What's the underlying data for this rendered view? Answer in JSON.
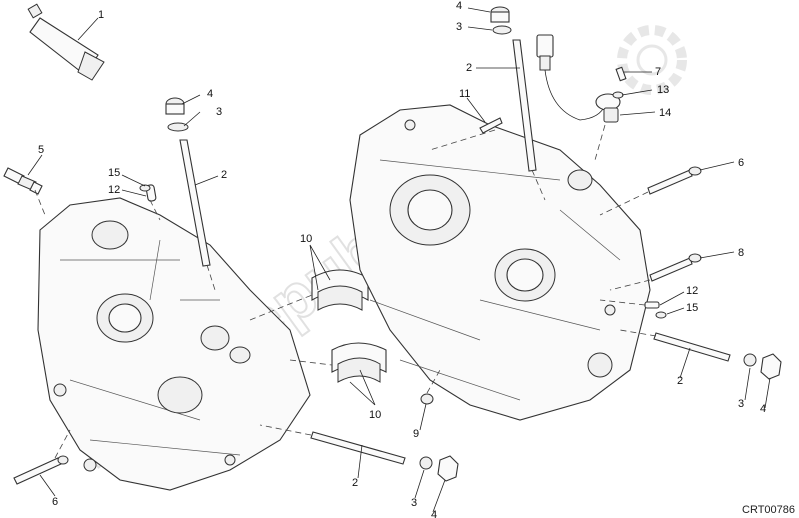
{
  "diagram": {
    "reference_code": "CRT00786",
    "watermark_text": "PartsRepublik",
    "callouts": {
      "c1": "1",
      "c2a": "2",
      "c2b": "2",
      "c2c": "2",
      "c2d": "2",
      "c3a": "3",
      "c3b": "3",
      "c3c": "3",
      "c3d": "3",
      "c4a": "4",
      "c4b": "4",
      "c4c": "4",
      "c4d": "4",
      "c5": "5",
      "c6a": "6",
      "c6b": "6",
      "c7": "7",
      "c8": "8",
      "c9": "9",
      "c10a": "10",
      "c10b": "10",
      "c11": "11",
      "c12a": "12",
      "c12b": "12",
      "c13": "13",
      "c14": "14",
      "c15a": "15",
      "c15b": "15"
    }
  }
}
